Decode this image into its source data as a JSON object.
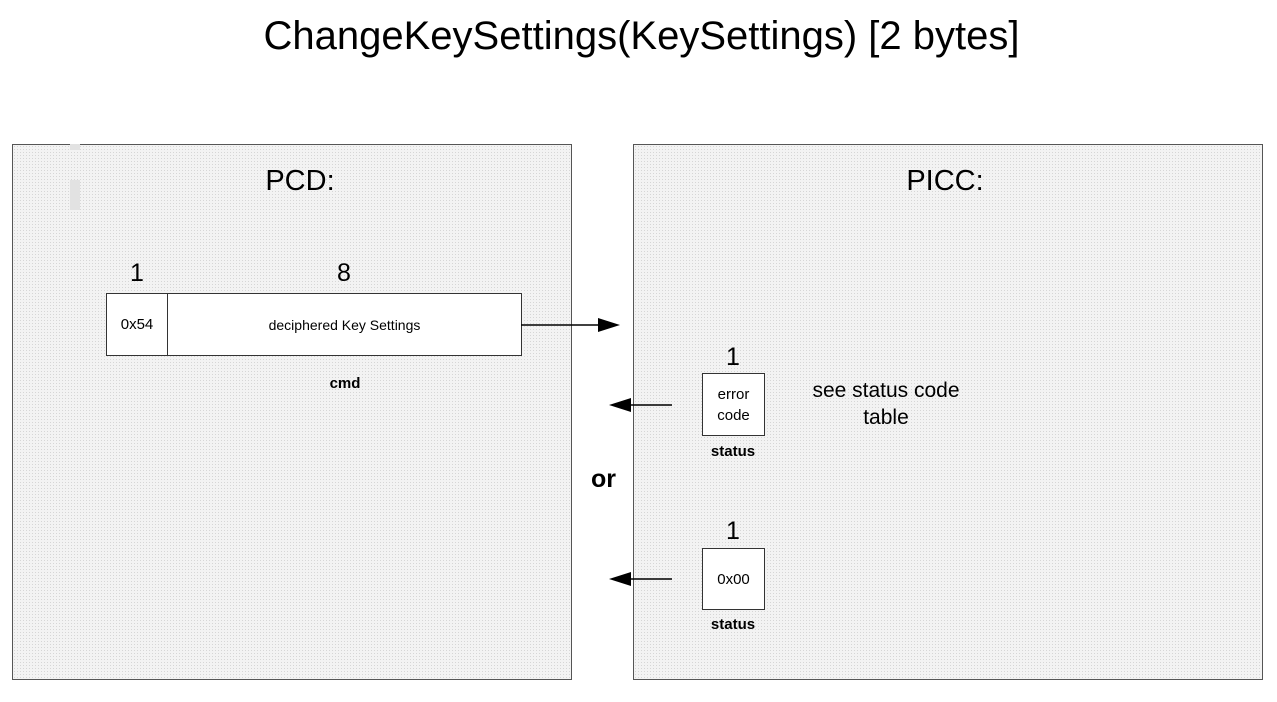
{
  "title": "ChangeKeySettings(KeySettings) [2 bytes]",
  "pcd": {
    "title": "PCD:",
    "fields": [
      {
        "size": "1",
        "value": "0x54"
      },
      {
        "size": "8",
        "value": "deciphered Key Settings"
      }
    ],
    "frame_label": "cmd"
  },
  "picc": {
    "title": "PICC:",
    "responses": [
      {
        "size": "1",
        "value": "error code",
        "label": "status",
        "note": "see status code table"
      },
      {
        "size": "1",
        "value": "0x00",
        "label": "status"
      }
    ]
  },
  "separator": "or"
}
